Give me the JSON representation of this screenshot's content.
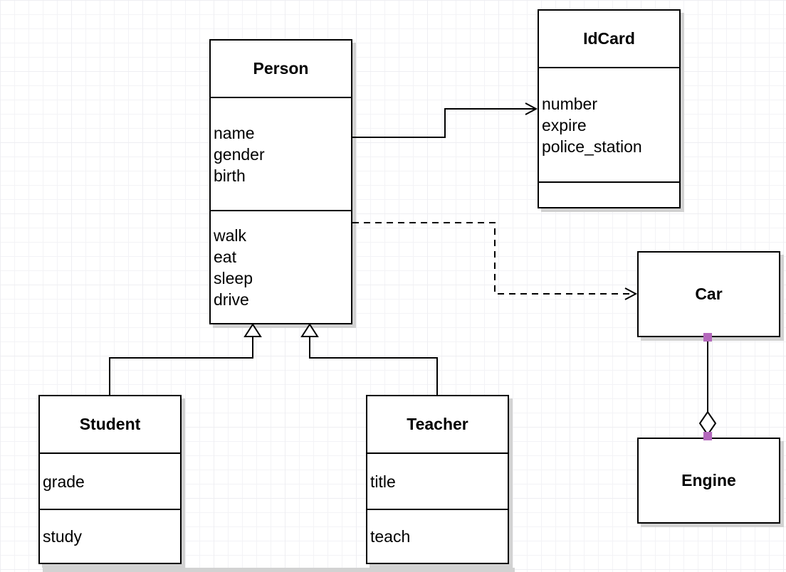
{
  "colors": {
    "line": "#000000",
    "box_border": "#000000",
    "box_fill": "#ffffff",
    "shadow": "#d2d2d2",
    "handle": "#b468bc",
    "grid_line": "#eeeef2"
  },
  "classes": {
    "person": {
      "name": "Person",
      "attributes": [
        "name",
        "gender",
        "birth"
      ],
      "methods": [
        "walk",
        "eat",
        "sleep",
        "drive"
      ]
    },
    "idcard": {
      "name": "IdCard",
      "attributes": [
        "number",
        "expire",
        "police_station"
      ],
      "methods": []
    },
    "car": {
      "name": "Car",
      "attributes": [],
      "methods": []
    },
    "engine": {
      "name": "Engine",
      "attributes": [],
      "methods": []
    },
    "student": {
      "name": "Student",
      "attributes": [
        "grade"
      ],
      "methods": [
        "study"
      ]
    },
    "teacher": {
      "name": "Teacher",
      "attributes": [
        "title"
      ],
      "methods": [
        "teach"
      ]
    }
  },
  "relations": [
    {
      "from": "Person",
      "to": "IdCard",
      "type": "association",
      "style": "solid line, open arrow at IdCard"
    },
    {
      "from": "Person",
      "to": "Car",
      "type": "dependency",
      "style": "dashed line, open arrow at Car"
    },
    {
      "from": "Student",
      "to": "Person",
      "type": "generalization",
      "style": "solid line, hollow triangle at Person"
    },
    {
      "from": "Teacher",
      "to": "Person",
      "type": "generalization",
      "style": "solid line, hollow triangle at Person"
    },
    {
      "from": "Car",
      "to": "Engine",
      "type": "aggregation",
      "style": "solid line, hollow diamond at Engine, purple endpoint handles"
    }
  ]
}
